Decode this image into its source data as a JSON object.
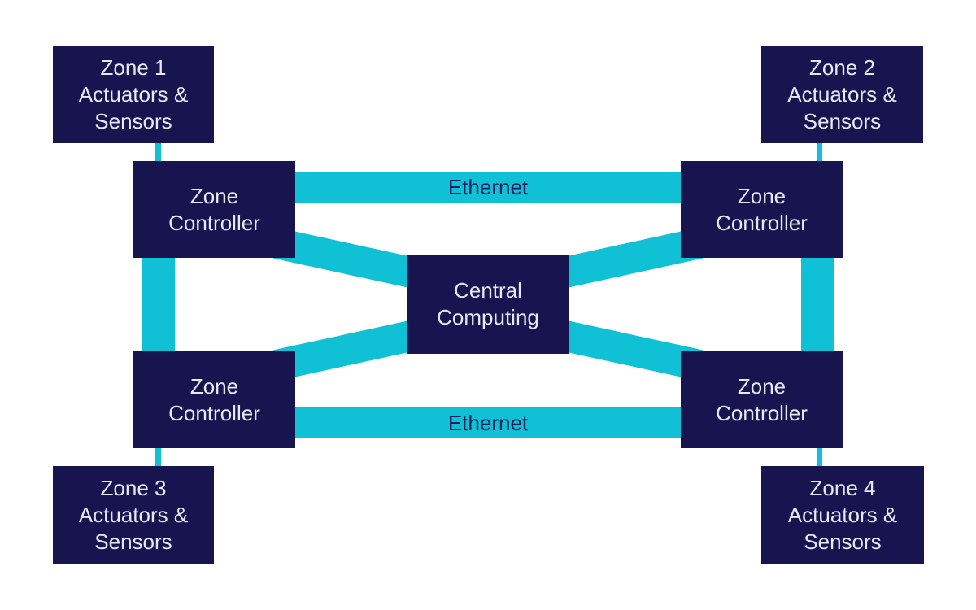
{
  "colors": {
    "background": "#ffffff",
    "node_fill": "#171450",
    "node_text": "#e7e8f3",
    "link": "#10c1d5",
    "link_label": "#13215e"
  },
  "nodes": {
    "zone1": {
      "lines": [
        "Zone 1",
        "Actuators &",
        "Sensors"
      ]
    },
    "zone2": {
      "lines": [
        "Zone 2",
        "Actuators &",
        "Sensors"
      ]
    },
    "zone3": {
      "lines": [
        "Zone 3",
        "Actuators &",
        "Sensors"
      ]
    },
    "zone4": {
      "lines": [
        "Zone 4",
        "Actuators &",
        "Sensors"
      ]
    },
    "zc_tl": {
      "lines": [
        "Zone",
        "Controller"
      ]
    },
    "zc_tr": {
      "lines": [
        "Zone",
        "Controller"
      ]
    },
    "zc_bl": {
      "lines": [
        "Zone",
        "Controller"
      ]
    },
    "zc_br": {
      "lines": [
        "Zone",
        "Controller"
      ]
    },
    "central": {
      "lines": [
        "Central",
        "Computing"
      ]
    }
  },
  "links": {
    "ethernet_top": {
      "label": "Ethernet"
    },
    "ethernet_bottom": {
      "label": "Ethernet"
    }
  }
}
